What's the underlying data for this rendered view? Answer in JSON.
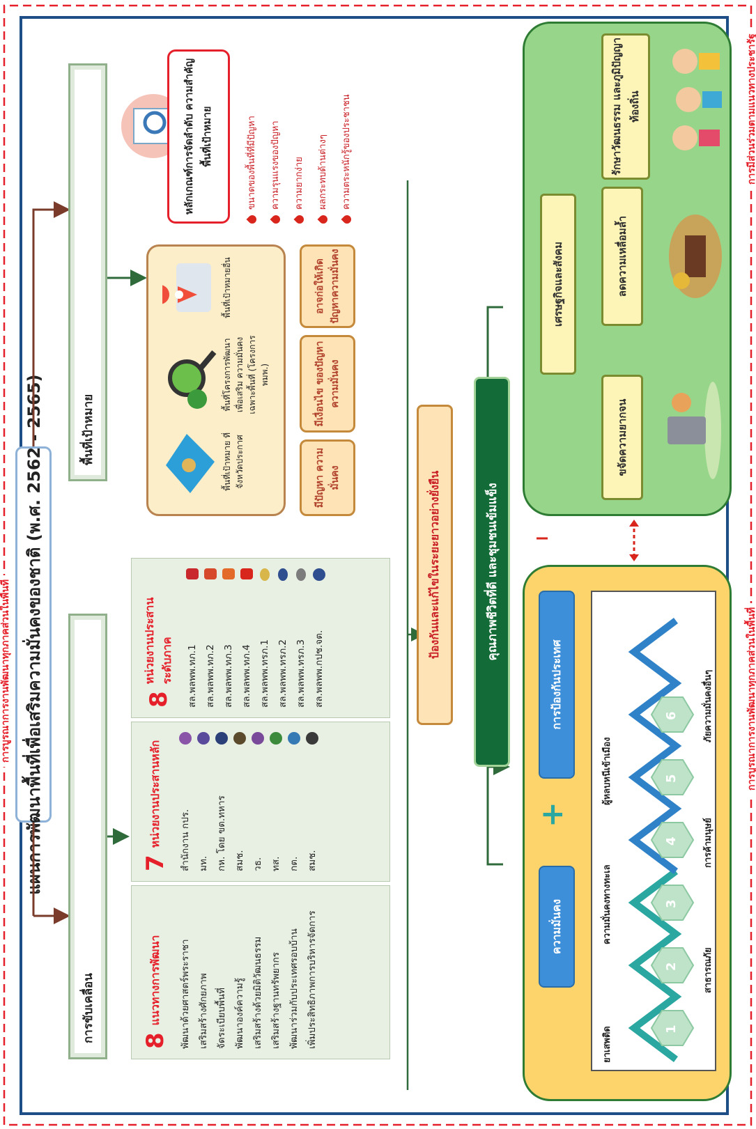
{
  "title": "แผนการพัฒนาพื้นที่เพื่อเสริมความมั่นคงของชาติ (พ.ศ. 2562 - 2565)",
  "border_labels": {
    "right": "การมีส่วนร่วมตามแนวทางประชารัฐ",
    "left": "การบูรณาการงานพัฒนาทุกภาคส่วนในพื้นที่",
    "bottom": "การบูรณาการงานพัฒนาทุกภาคส่วนในพื้นที่"
  },
  "drive": {
    "header": "การขับเคลื่อน",
    "guidelines": {
      "number": "8",
      "title": "แนวทางการพัฒนา",
      "items": [
        "พัฒนาด้วยศาสตร์พระราชา",
        "เสริมสร้างศักยภาพ",
        "จัดระเบียบพื้นที่",
        "พัฒนาองค์ความรู้",
        "เสริมสร้างด้วยมิติวัฒนธรรม",
        "เสริมสร้างฐานทรัพยากร",
        "พัฒนาร่วมกับประเทศรอบบ้าน",
        "เพิ่มประสิทธิภาพการบริหารจัดการ"
      ]
    },
    "main_agencies": {
      "number": "7",
      "title": "หน่วยงานประสานหลัก",
      "items": [
        "สำนักงาน กปร.",
        "มท.",
        "กห. โดย ขต.ทหาร",
        "สมช.",
        "วธ.",
        "ทส.",
        "กต.",
        "สมช."
      ]
    },
    "regional_agencies": {
      "number": "8",
      "title": "หน่วยงานประสาน ระดับภาค",
      "items": [
        "สล.พลพพ.ทภ.1",
        "สล.พลพพ.ทภ.2",
        "สล.พลพพ.ทภ.3",
        "สล.พลพพ.ทภ.4",
        "สล.พลพพ.ทรภ.1",
        "สล.พลพพ.ทรภ.2",
        "สล.พลพพ.ทรภ.3",
        "สล.พลพพ.กปช.จต."
      ]
    }
  },
  "target": {
    "header": "พื้นที่เป้าหมาย",
    "areas": [
      {
        "label": "พื้นที่เป้าหมาย ที่จังหวัดประกาศ",
        "icon": "map-icon"
      },
      {
        "label": "พื้นที่โครงการพัฒนาเพื่อเสริม ความมั่นคงเฉพาะพื้นที่ (โครงการ พมพ.)",
        "icon": "magnifier-tree-icon"
      },
      {
        "label": "พื้นที่เป้าหมายอื่น",
        "icon": "location-pin-icon"
      }
    ],
    "problems": [
      "มีปัญหา ความมั่นคง",
      "มีเงื่อนไข ของปัญหาความมั่นคง",
      "อาจก่อให้เกิด ปัญหาความมั่นคง"
    ],
    "criteria_title": "หลักเกณฑ์การจัดลำดับ ความสำคัญพื้นที่เป้าหมาย",
    "criteria": [
      "ขนาดของพื้นที่ที่มีปัญหา",
      "ความรุนแรงของปัญหา",
      "ความยากง่าย",
      "ผลกระทบด้านต่างๆ",
      "ความตระหนักรู้ของประชาชน"
    ]
  },
  "goal": "ป้องกันและแก้ไขในระยะยาวอย่างยั่งยืน",
  "outcome": "คุณภาพชีวิตที่ดี และชุมชนเข้มแข็ง",
  "security": {
    "label": "ความมั่นคง",
    "plus": "+",
    "defense_label": "การป้องกันประเทศ",
    "hexagons": [
      {
        "num": "1",
        "label": "ยาเสพติด"
      },
      {
        "num": "2",
        "label": "สาธารณภัย"
      },
      {
        "num": "3",
        "label": "ความมั่นคงทางทะเล"
      },
      {
        "num": "4",
        "label": "การค้ามนุษย์"
      },
      {
        "num": "5",
        "label": "ผู้หลบหนีเข้าเมือง"
      },
      {
        "num": "6",
        "label": "ภัยความมั่นคงอื่นๆ"
      }
    ],
    "colors": {
      "teal": "#2aa7a0",
      "blue": "#2f82c8",
      "hex_light": "#bfe3c9"
    }
  },
  "economy": {
    "label": "เศรษฐกิจและสังคม",
    "items": [
      "ขจัดความยากจน",
      "ลดความเหลื่อมล้ำ",
      "รักษาวัฒนธรรม และภูมิปัญญาท้องถิ่น"
    ]
  }
}
